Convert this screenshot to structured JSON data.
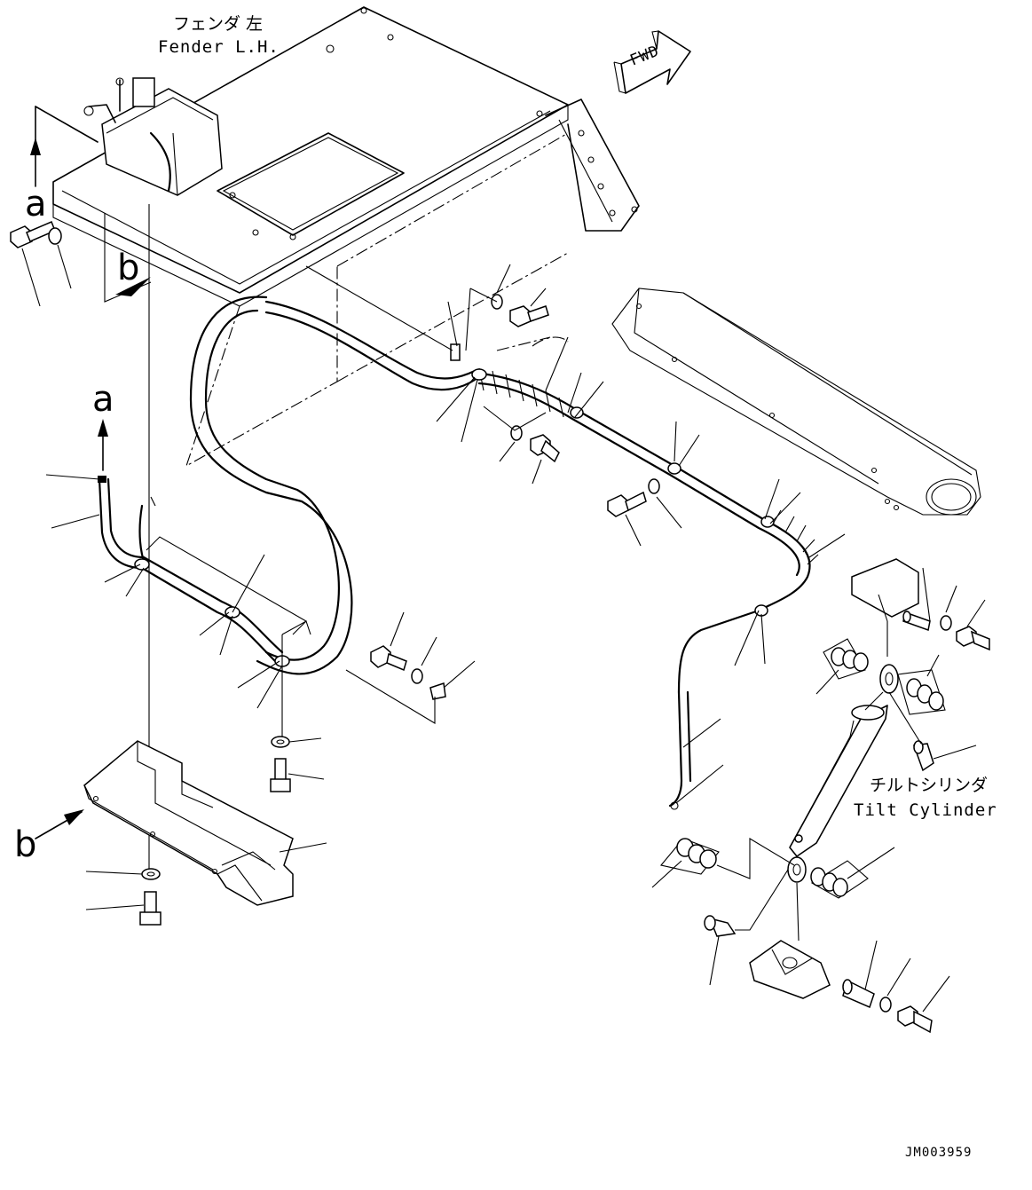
{
  "labels": {
    "fender_jp": "フェンダ 左",
    "fender_en": "Fender L.H.",
    "fwd": "FWD",
    "ref_a": "a",
    "ref_b": "b",
    "tilt_jp": "チルトシリンダ",
    "tilt_en": "Tilt Cylinder",
    "drawing_code": "JM003959"
  }
}
